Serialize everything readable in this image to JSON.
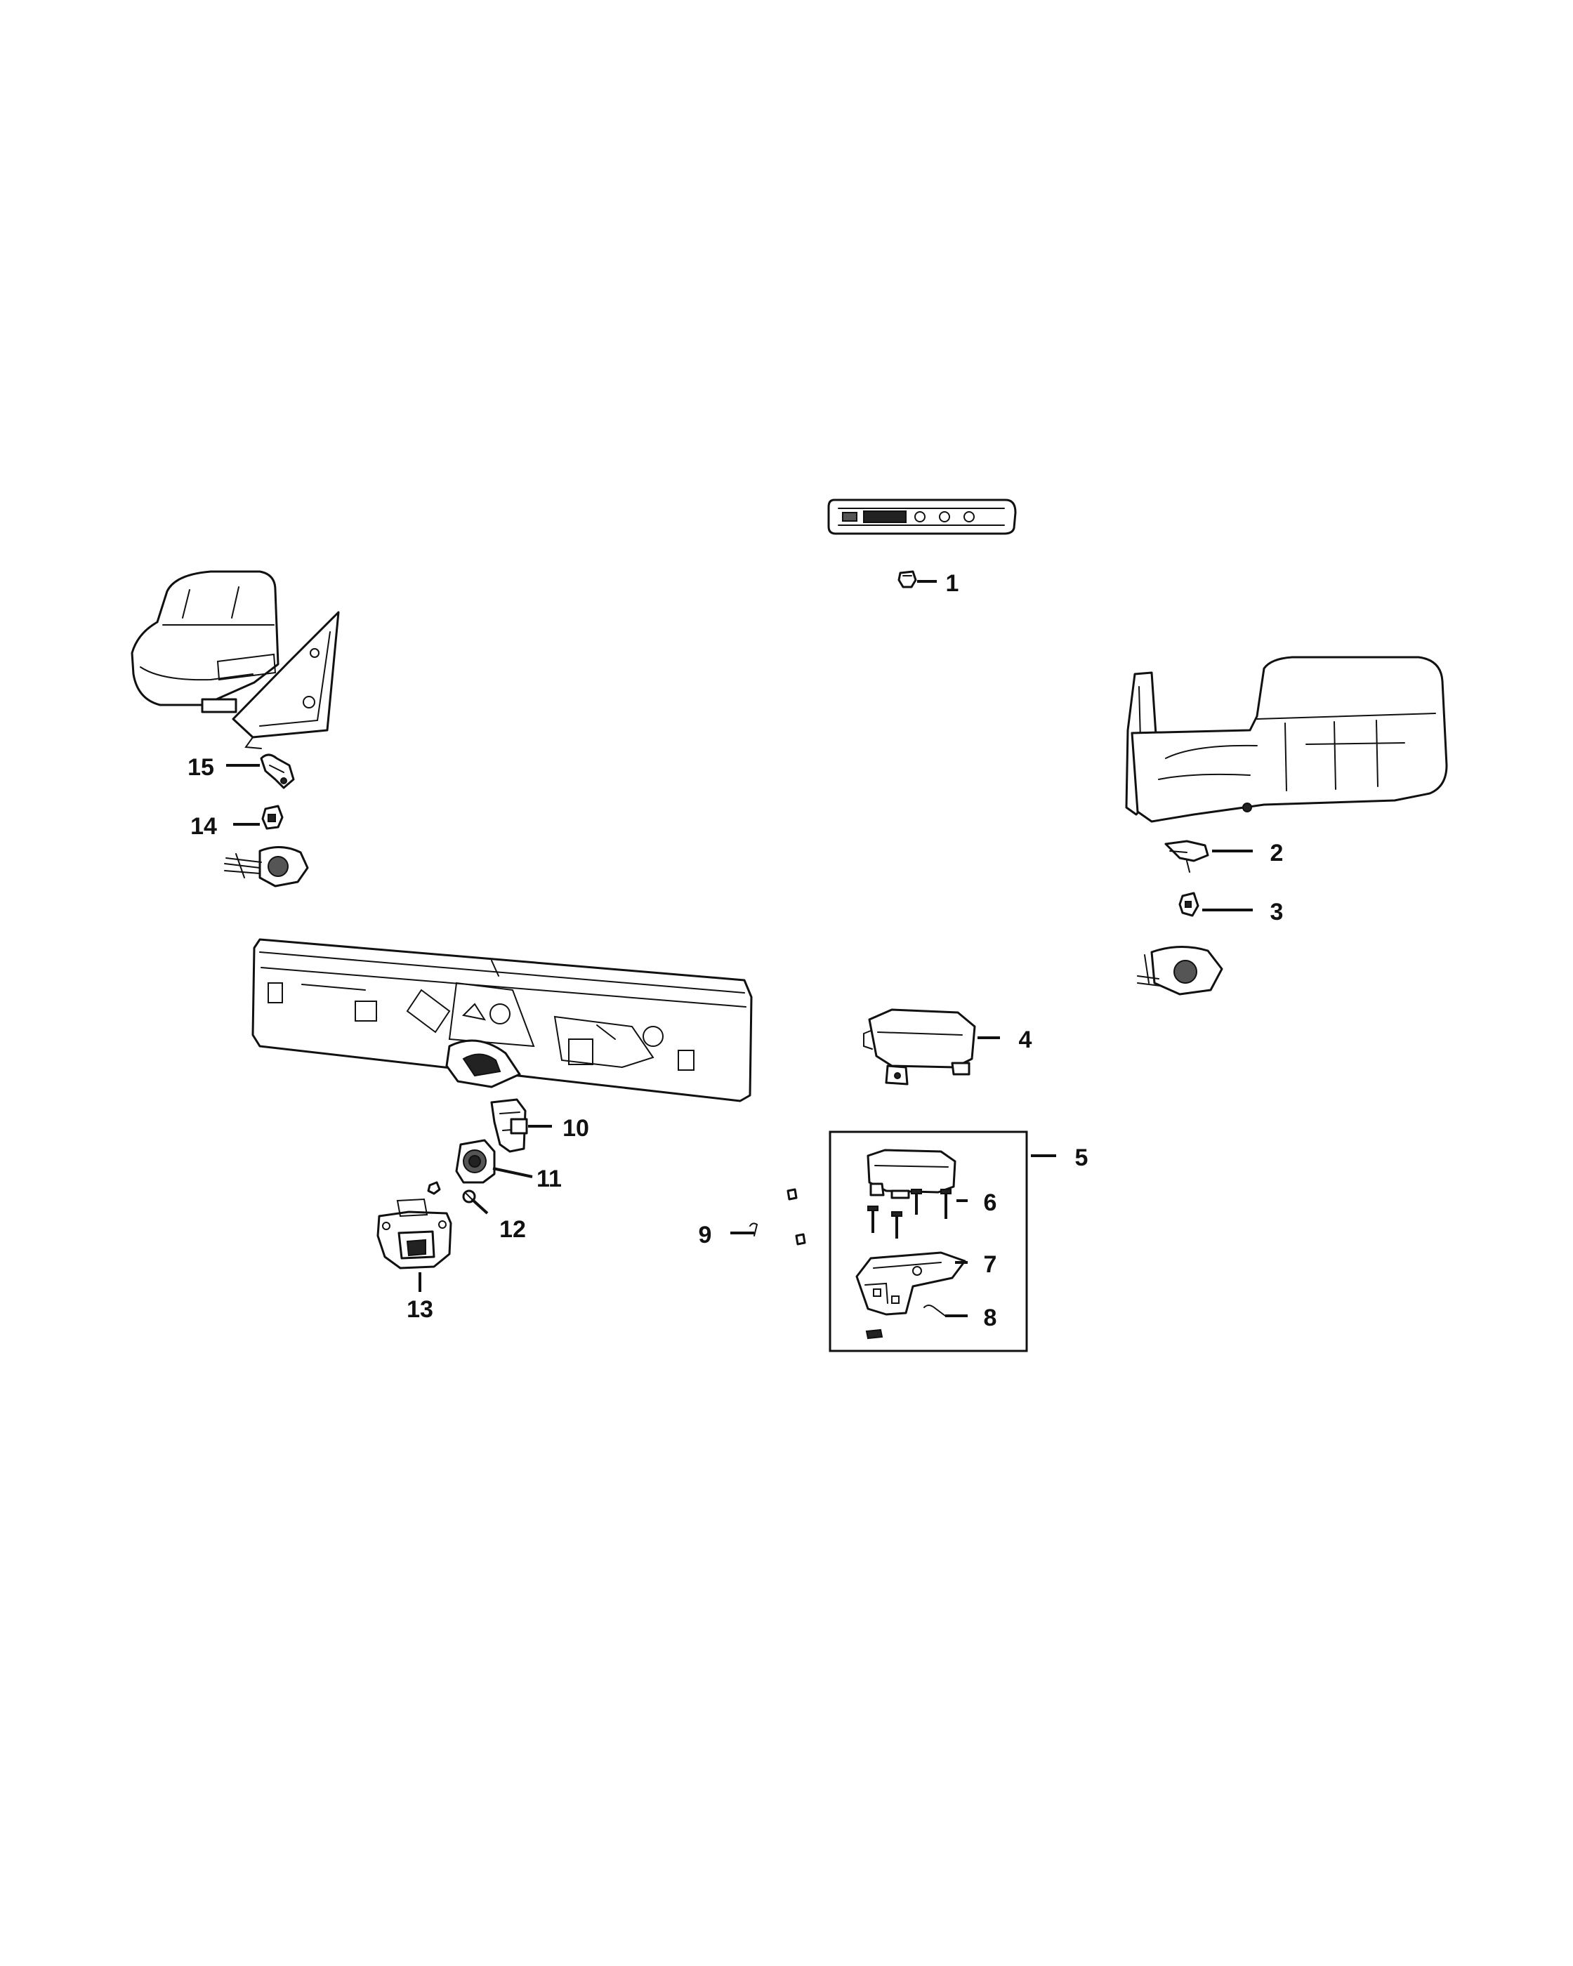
{
  "callouts": [
    {
      "id": "1",
      "label": "1"
    },
    {
      "id": "2",
      "label": "2"
    },
    {
      "id": "3",
      "label": "3"
    },
    {
      "id": "4",
      "label": "4"
    },
    {
      "id": "5",
      "label": "5"
    },
    {
      "id": "6",
      "label": "6"
    },
    {
      "id": "7",
      "label": "7"
    },
    {
      "id": "8",
      "label": "8"
    },
    {
      "id": "9",
      "label": "9"
    },
    {
      "id": "10",
      "label": "10"
    },
    {
      "id": "11",
      "label": "11"
    },
    {
      "id": "12",
      "label": "12"
    },
    {
      "id": "13",
      "label": "13"
    },
    {
      "id": "14",
      "label": "14"
    },
    {
      "id": "15",
      "label": "15"
    }
  ],
  "colors": {
    "ink": "#111111",
    "background": "#ffffff"
  }
}
